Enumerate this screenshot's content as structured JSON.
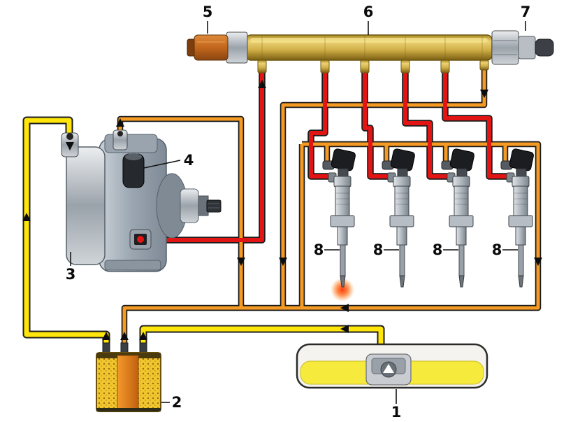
{
  "diagram": {
    "labels": {
      "tank": "1",
      "filter": "2",
      "pump": "3",
      "metering_valve": "4",
      "rail_sensor": "5",
      "fuel_rail": "6",
      "pressure_regulator": "7",
      "injector": "8"
    },
    "colors": {
      "low_pressure": "#ffe50a",
      "return_line": "#f59a23",
      "high_pressure": "#e31414",
      "fuel_yellow": "#f6ea3c"
    }
  }
}
